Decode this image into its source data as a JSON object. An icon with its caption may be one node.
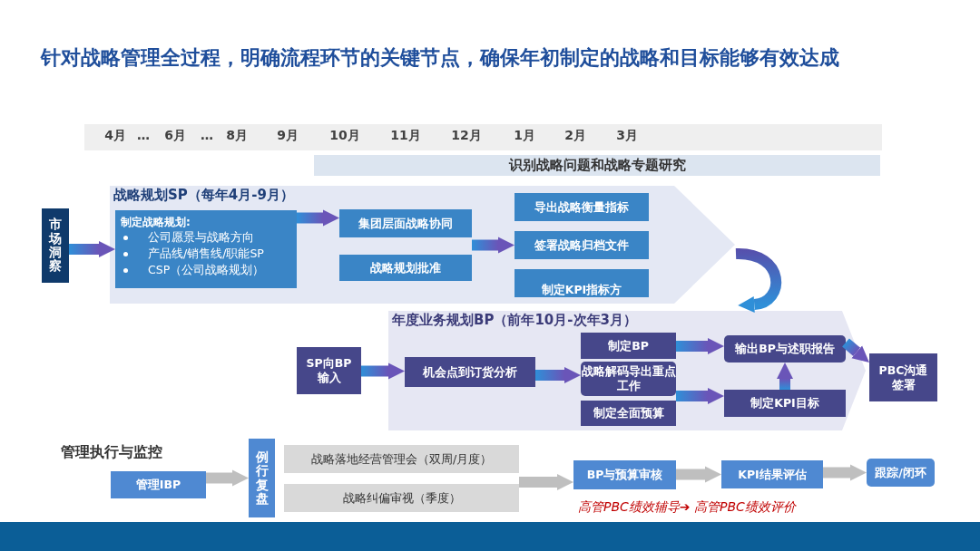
{
  "diagram": {
    "title": "针对战略管理全过程，明确流程环节的关键节点，确保年初制定的战略和目标能够有效达成",
    "nodes": [
      {
        "text": [
          "市场洞察"
        ]
      },
      {
        "text": [
          "战略规划SP（每年4月-9月）"
        ]
      },
      {
        "text": [
          "制定战略规划:",
          "公司愿景与战略方向",
          "产品线/销售线/职能SP",
          "CSP（公司战略规划）"
        ],
        "in": 1
      },
      {
        "text": [
          "集团层面战略协同"
        ],
        "in": 1
      },
      {
        "text": [
          "战略规划批准"
        ],
        "in": 1
      },
      {
        "text": [
          "导出战略衡量指标"
        ],
        "in": 1
      },
      {
        "text": [
          "签署战略归档文件"
        ],
        "in": 1
      },
      {
        "text": [
          "制定KPI指标方"
        ],
        "in": 1
      },
      {
        "text": [
          "年度业务规划BP（前年10月-次年3月）"
        ]
      },
      {
        "text": [
          "SP向BP输入"
        ]
      },
      {
        "text": [
          "机会点到订货分析"
        ],
        "in": 8
      },
      {
        "text": [
          "制定BP"
        ],
        "in": 8
      },
      {
        "text": [
          "战略解码导出重点工作"
        ],
        "in": 8
      },
      {
        "text": [
          "制定全面预算"
        ],
        "in": 8
      },
      {
        "text": [
          "输出BP与述职报告"
        ],
        "in": 8
      },
      {
        "text": [
          "制定KPI目标"
        ],
        "in": 8
      },
      {
        "text": [
          "PBC沟通签署"
        ]
      },
      {
        "text": [
          "识别战略问题和战略专题研究"
        ]
      },
      {
        "text": [
          "管理IBP"
        ]
      },
      {
        "text": [
          "例行复盘"
        ]
      },
      {
        "text": [
          "战略落地经营管理会（双周/月度）"
        ]
      },
      {
        "text": [
          "战略纠偏审视（季度）"
        ]
      },
      {
        "text": [
          "BP与预算审核"
        ]
      },
      {
        "text": [
          "KPI结果评估"
        ]
      },
      {
        "text": [
          "跟踪/闭环"
        ]
      }
    ],
    "edges": [
      {
        "from": 0,
        "to": 2,
        "arrow": "to"
      },
      {
        "from": 2,
        "to": 3,
        "arrow": "to"
      },
      {
        "from": 3,
        "to": 6,
        "arrow": "to"
      },
      {
        "from": 1,
        "to": 8,
        "arrow": "to"
      },
      {
        "from": 9,
        "to": 10,
        "arrow": "to"
      },
      {
        "from": 10,
        "to": 12,
        "arrow": "to"
      },
      {
        "from": 11,
        "to": 14,
        "arrow": "to"
      },
      {
        "from": 13,
        "to": 15,
        "arrow": "to"
      },
      {
        "from": 15,
        "to": 14,
        "arrow": "to"
      },
      {
        "from": 14,
        "to": 16,
        "arrow": "to"
      },
      {
        "from": 18,
        "to": 19,
        "arrow": "to",
        "color": "#bfbfbf"
      },
      {
        "from": 20,
        "to": 22,
        "arrow": "to",
        "color": "#bfbfbf"
      },
      {
        "from": 22,
        "to": 23,
        "arrow": "to",
        "color": "#bfbfbf"
      },
      {
        "from": 23,
        "to": 24,
        "arrow": "to",
        "color": "#bfbfbf"
      }
    ],
    "labels": [
      "4月",
      "…",
      "6月",
      "…",
      "8月",
      "9月",
      "10月",
      "11月",
      "12月",
      "1月",
      "2月",
      "3月",
      "管理执行与监控",
      "高管PBC绩效辅导➔ 高管PBC绩效评价"
    ]
  }
}
